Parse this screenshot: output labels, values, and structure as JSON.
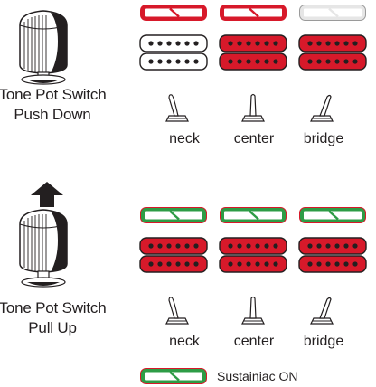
{
  "colors": {
    "red": "#d7192a",
    "green": "#2e9c46",
    "light_gray": "#e6e6e6",
    "dark": "#231f20",
    "white": "#ffffff"
  },
  "section_down": {
    "label_line1": "Tone Pot Switch",
    "label_line2": "Push Down",
    "positions": [
      {
        "label": "neck",
        "top_coil": "red-blade",
        "middle": "white-humbucker",
        "bottom": "white-humbucker"
      },
      {
        "label": "center",
        "top_coil": "red-blade",
        "middle": "red-humbucker",
        "bottom": "red-humbucker"
      },
      {
        "label": "bridge",
        "top_coil": "gray-blade",
        "middle": "red-humbucker",
        "bottom": "red-humbucker"
      }
    ]
  },
  "section_up": {
    "label_line1": "Tone Pot Switch",
    "label_line2": "Pull Up",
    "positions": [
      {
        "label": "neck",
        "top_coil": "green-blade",
        "middle": "red-humbucker",
        "bottom": "red-humbucker"
      },
      {
        "label": "center",
        "top_coil": "green-blade",
        "middle": "red-humbucker",
        "bottom": "red-humbucker"
      },
      {
        "label": "bridge",
        "top_coil": "green-blade",
        "middle": "red-humbucker",
        "bottom": "red-humbucker"
      }
    ]
  },
  "legend": {
    "label": "Sustainiac ON",
    "icon": "green-blade-coil"
  },
  "icons": {
    "knob": "tone-knob-icon",
    "arrow": "pull-up-arrow-icon",
    "toggle": "toggle-switch-icon"
  }
}
